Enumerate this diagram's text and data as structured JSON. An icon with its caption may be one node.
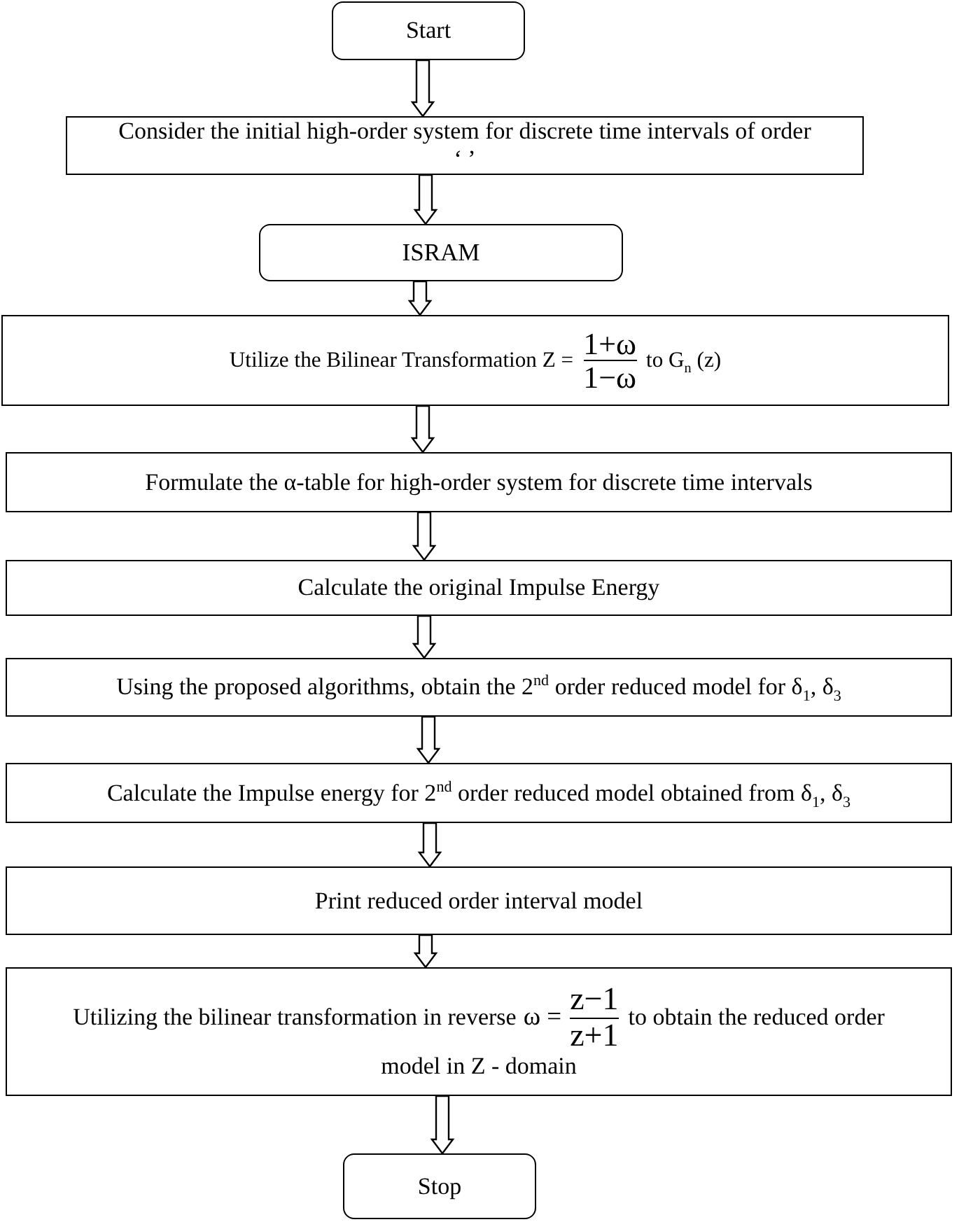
{
  "diagram": {
    "nodes": [
      {
        "text": [
          "Start"
        ]
      },
      {
        "text": [
          "Consider the initial high-order system for discrete time intervals of order ‘ ’"
        ]
      },
      {
        "text": [
          "ISRAM"
        ]
      },
      {
        "text": [
          "Utilize the Bilinear Transformation Z =",
          "1+ω",
          "1−ω",
          "to G$_{n}$ (z)"
        ]
      },
      {
        "text": [
          "Formulate the α-table for high-order system for discrete time intervals"
        ]
      },
      {
        "text": [
          "Calculate the original Impulse Energy"
        ]
      },
      {
        "text": [
          "Using the proposed algorithms, obtain the 2$^{nd}$ order reduced model for δ$_{1}$, δ$_{3}$"
        ]
      },
      {
        "text": [
          "Calculate the Impulse energy for 2$^{nd}$ order reduced model obtained from δ$_{1}$, δ$_{3}$"
        ]
      },
      {
        "text": [
          "Print reduced order interval model"
        ]
      },
      {
        "text": [
          "Utilizing the bilinear transformation in reverse",
          "ω =",
          "z−1",
          "z+1",
          "to obtain the reduced order",
          "model in Z - domain"
        ]
      },
      {
        "text": [
          "Stop"
        ]
      }
    ],
    "edges": [
      {
        "from": 0,
        "to": 1,
        "arrow": "to"
      },
      {
        "from": 1,
        "to": 2,
        "arrow": "to"
      },
      {
        "from": 2,
        "to": 3,
        "arrow": "to"
      },
      {
        "from": 3,
        "to": 4,
        "arrow": "to"
      },
      {
        "from": 4,
        "to": 5,
        "arrow": "to"
      },
      {
        "from": 5,
        "to": 6,
        "arrow": "to"
      },
      {
        "from": 6,
        "to": 7,
        "arrow": "to"
      },
      {
        "from": 7,
        "to": 8,
        "arrow": "to"
      },
      {
        "from": 8,
        "to": 9,
        "arrow": "to"
      },
      {
        "from": 9,
        "to": 10,
        "arrow": "to"
      }
    ]
  }
}
